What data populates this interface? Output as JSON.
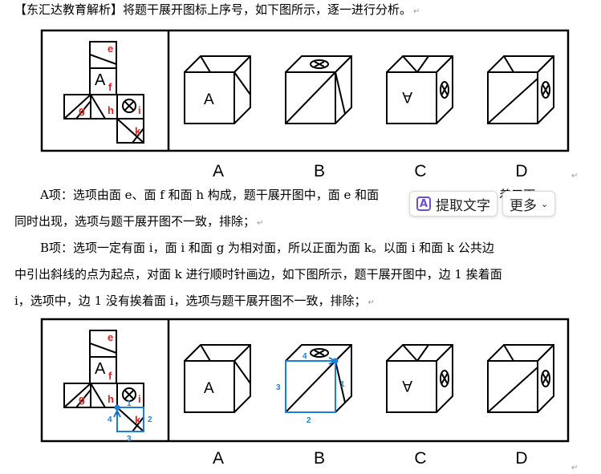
{
  "paragraphs": {
    "p1": "【东汇达教育解析】将题干展开图标上序号，如下图所示，逐一进行分析。",
    "p2": "A项：选项由面 e、面 f 和面 h 构成，题干展开图中，面 e 和面",
    "p2b": "着三面",
    "p3": "同时出现，选项与题干展开图不一致，排除；",
    "p4": "B项：选项一定有面 i，面 i 和面 g 为相对面，所以正面为面 k。以面 i 和面 k 公共边",
    "p5": "中引出斜线的点为起点，对面 k 进行顺时针画边，如下图所示，题干展开图中，边 1 挨着面",
    "p6": "i，选项中，边 1 没有挨着面 i，选项与题干展开图不一致，排除；"
  },
  "figure1": {
    "face_labels": [
      "e",
      "A",
      "f",
      "g",
      "h",
      "i",
      "k"
    ],
    "options": [
      "A",
      "B",
      "C",
      "D"
    ],
    "cube_letter": "A",
    "cube_letter_flipped": "A"
  },
  "figure2": {
    "face_labels": [
      "e",
      "A",
      "f",
      "g",
      "h",
      "i",
      "k"
    ],
    "edge_numbers": [
      "1",
      "2",
      "3",
      "4"
    ],
    "options": [
      "A",
      "B",
      "C",
      "D"
    ],
    "cube_letter": "A",
    "cube_letter_flipped": "A"
  },
  "toolbar": {
    "extract_icon": "A",
    "extract_label": "提取文字",
    "more_label": "更多",
    "more_chevron": "⌄"
  },
  "colors": {
    "label_red": "#e02020",
    "annotation_blue": "#1e7fd6",
    "accent_purple": "#6b4fd6"
  }
}
